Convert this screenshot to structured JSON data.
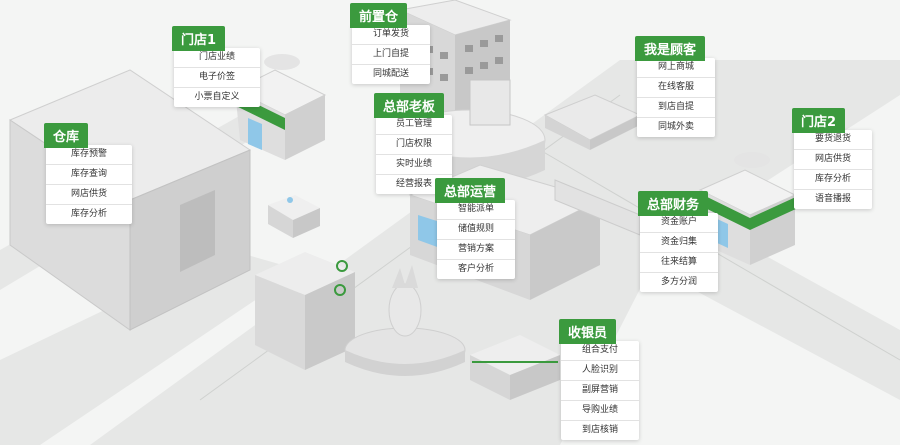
{
  "colors": {
    "accent": "#3b9a3e",
    "card_bg": "#ffffff",
    "ground": "#f4f5f4",
    "road": "#e6e7e6"
  },
  "cards": {
    "warehouse": {
      "title": "仓库",
      "items": [
        "库存预警",
        "库存查询",
        "网店供货",
        "库存分析"
      ]
    },
    "store1": {
      "title": "门店1",
      "items": [
        "门店业绩",
        "电子价签",
        "小票自定义"
      ]
    },
    "front_warehouse": {
      "title": "前置仓",
      "items": [
        "订单发货",
        "上门自提",
        "同城配送"
      ]
    },
    "hq_boss": {
      "title": "总部老板",
      "items": [
        "员工管理",
        "门店权限",
        "实时业绩",
        "经营报表"
      ]
    },
    "customer": {
      "title": "我是顾客",
      "items": [
        "网上商城",
        "在线客服",
        "到店自提",
        "同城外卖"
      ]
    },
    "store2": {
      "title": "门店2",
      "items": [
        "要货退货",
        "网店供货",
        "库存分析",
        "语音播报"
      ]
    },
    "hq_ops": {
      "title": "总部运营",
      "items": [
        "智能派单",
        "储值规则",
        "营销方案",
        "客户分析"
      ]
    },
    "hq_finance": {
      "title": "总部财务",
      "items": [
        "资金账户",
        "资金归集",
        "往来结算",
        "多方分润"
      ]
    },
    "cashier": {
      "title": "收银员",
      "items": [
        "组合支付",
        "人脸识别",
        "副屏营销",
        "导购业绩",
        "到店核销"
      ]
    }
  }
}
